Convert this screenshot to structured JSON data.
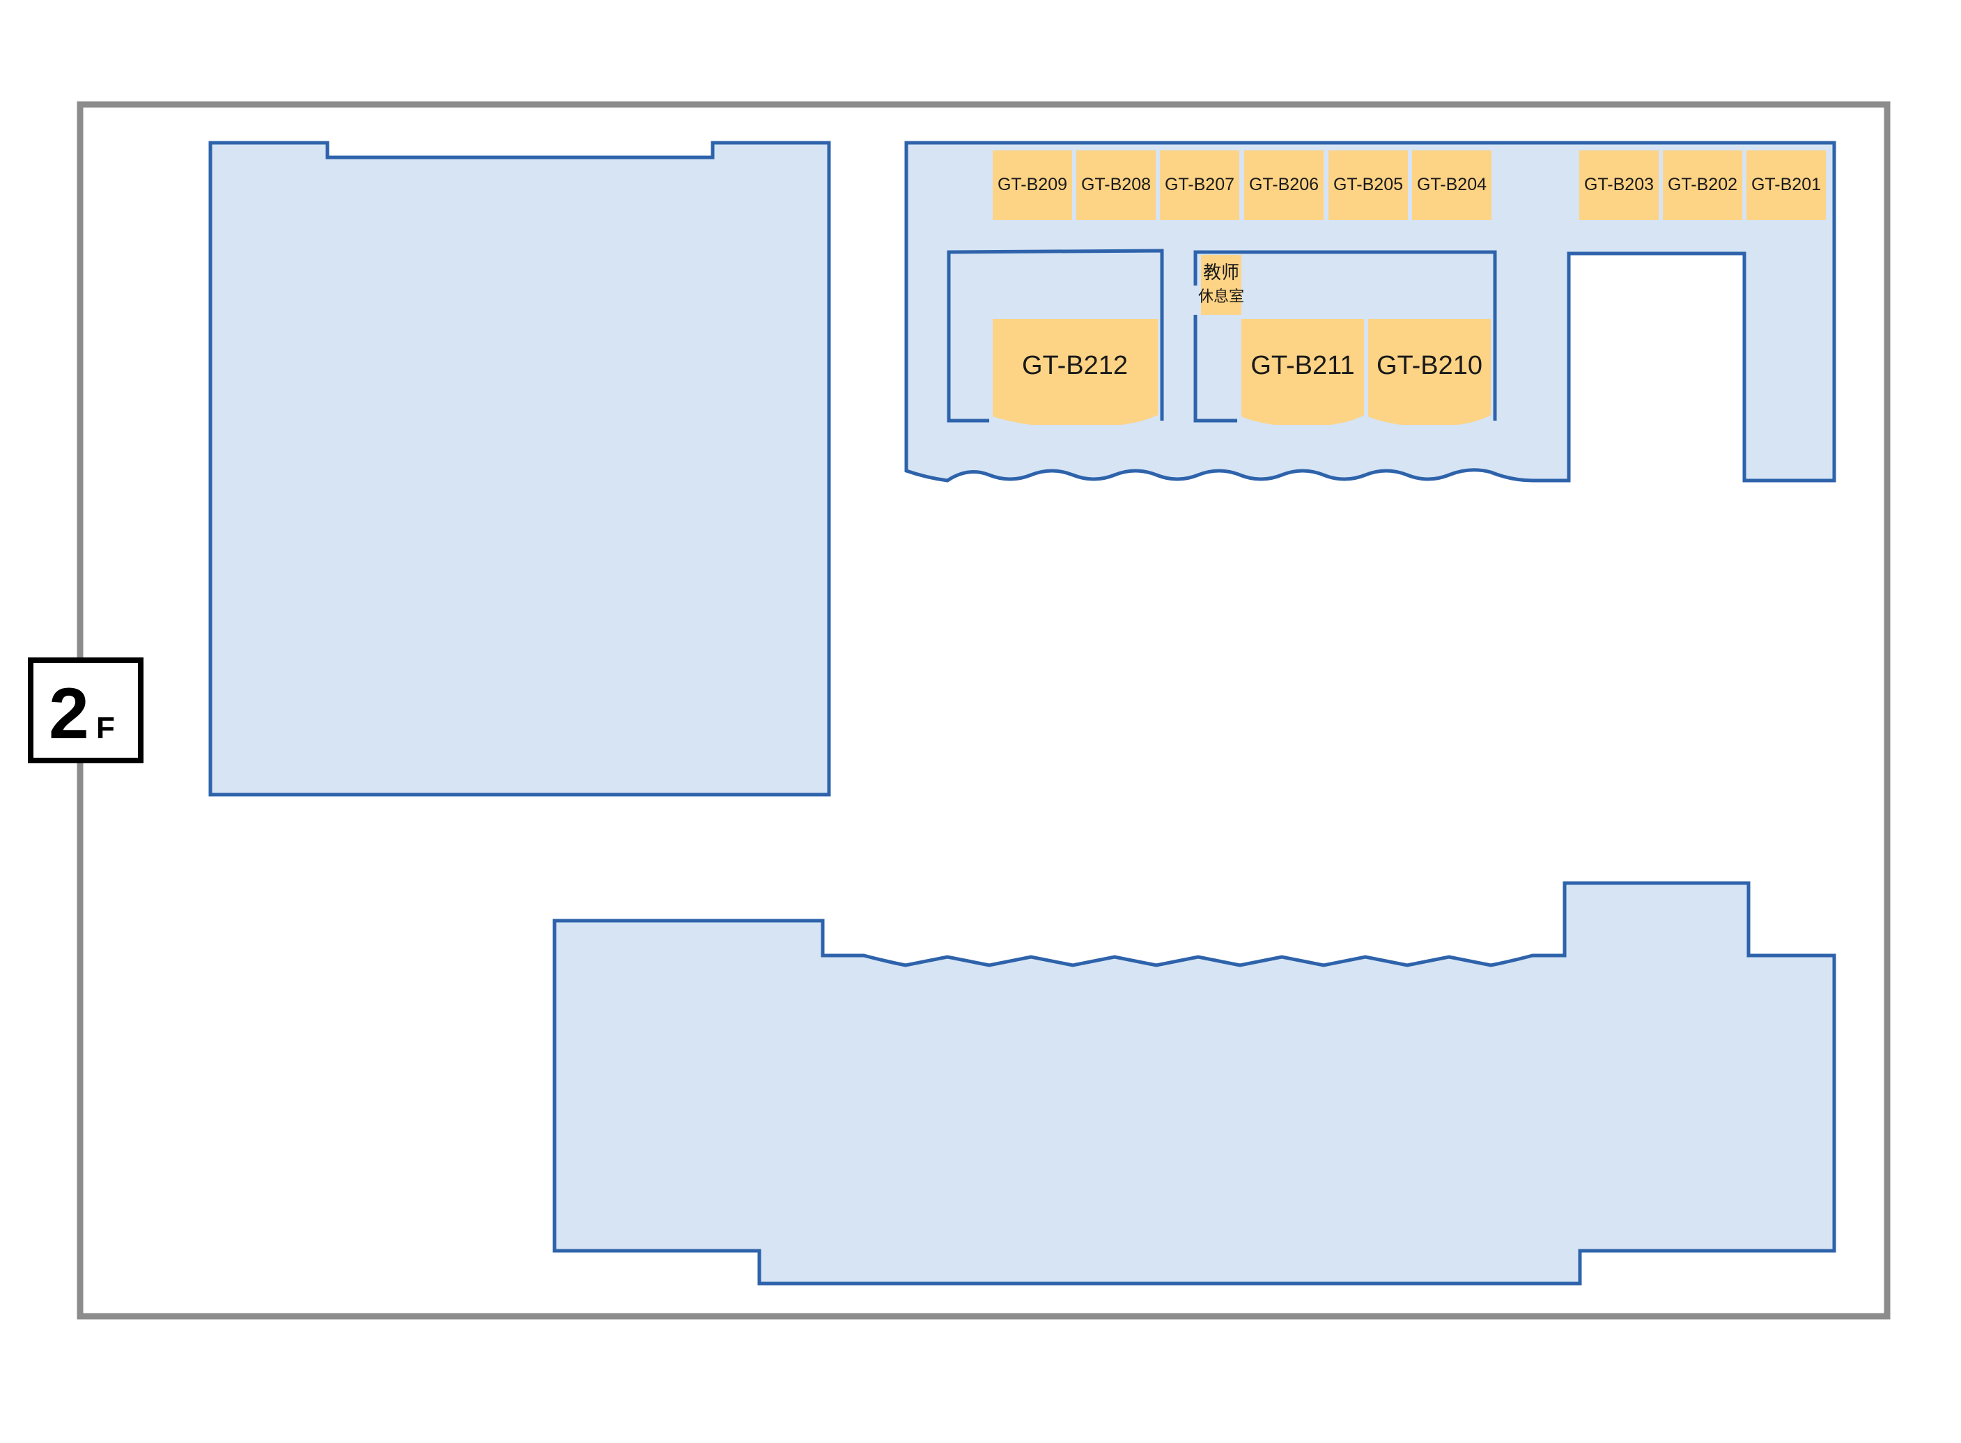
{
  "floor": {
    "number": "2",
    "suffix": "F"
  },
  "colors": {
    "frame": "#8c8c8c",
    "building_fill": "#d6e4f4",
    "building_stroke": "#2e63ab",
    "room_fill": "#fdd385",
    "text": "#1a1a1a"
  },
  "rooms": {
    "b201": "GT-B201",
    "b202": "GT-B202",
    "b203": "GT-B203",
    "b204": "GT-B204",
    "b205": "GT-B205",
    "b206": "GT-B206",
    "b207": "GT-B207",
    "b208": "GT-B208",
    "b209": "GT-B209",
    "b210": "GT-B210",
    "b211": "GT-B211",
    "b212": "GT-B212",
    "lounge_line1": "教师",
    "lounge_line2": "休息室"
  }
}
